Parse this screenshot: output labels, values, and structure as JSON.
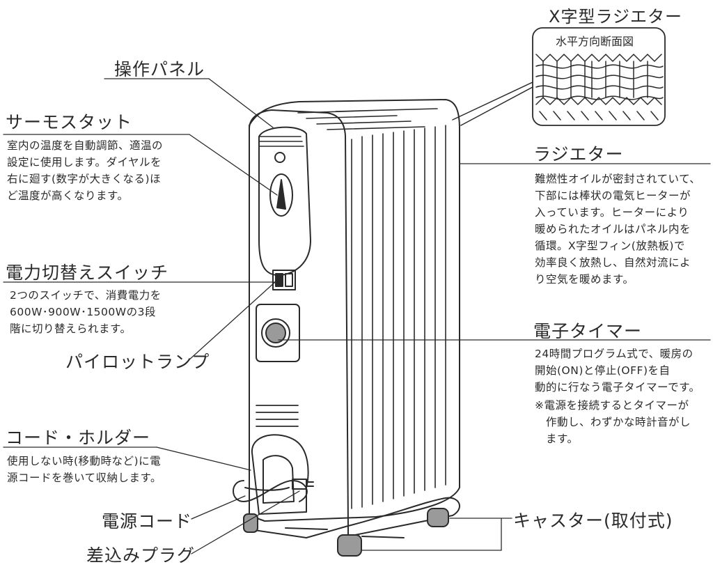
{
  "labels": {
    "x_radiator": "X字型ラジエター",
    "cross_section": "水平方向断面図",
    "control_panel": "操作パネル",
    "thermostat": "サーモスタット",
    "thermostat_desc": [
      "室内の温度を自動調節、適温の",
      "設定に使用します。ダイヤルを",
      "右に廻す(数字が大きくなる)ほ",
      "ど温度が高くなります。"
    ],
    "radiator": "ラジエター",
    "radiator_desc": [
      "難燃性オイルが密封されていて、",
      "下部には棒状の電気ヒーターが",
      "入っています。ヒーターにより",
      "暖められたオイルはパネル内を",
      "循環。X字型フィン(放熱板)で",
      "効率良く放熱し、自然対流によ",
      "り空気を暖めます。"
    ],
    "power_switch": "電力切替えスイッチ",
    "power_switch_desc": [
      "2つのスイッチで、消費電力を",
      "600W･900W･1500Wの3段",
      "階に切り替えられます。"
    ],
    "pilot_lamp": "パイロットランプ",
    "timer": "電子タイマー",
    "timer_desc": [
      "24時間プログラム式で、暖房の",
      "開始(ON)と停止(OFF)を自",
      "動的に行なう電子タイマーです。"
    ],
    "timer_note": [
      "※電源を接続するとタイマーが",
      "　作動し、わずかな時計音がし",
      "　ます。"
    ],
    "cord_holder": "コード・ホルダー",
    "cord_holder_desc": [
      "使用しない時(移動時など)に電",
      "源コードを巻いて収納します。"
    ],
    "power_cord": "電源コード",
    "caster": "キャスター(取付式)",
    "plug": "差込みプラグ"
  }
}
